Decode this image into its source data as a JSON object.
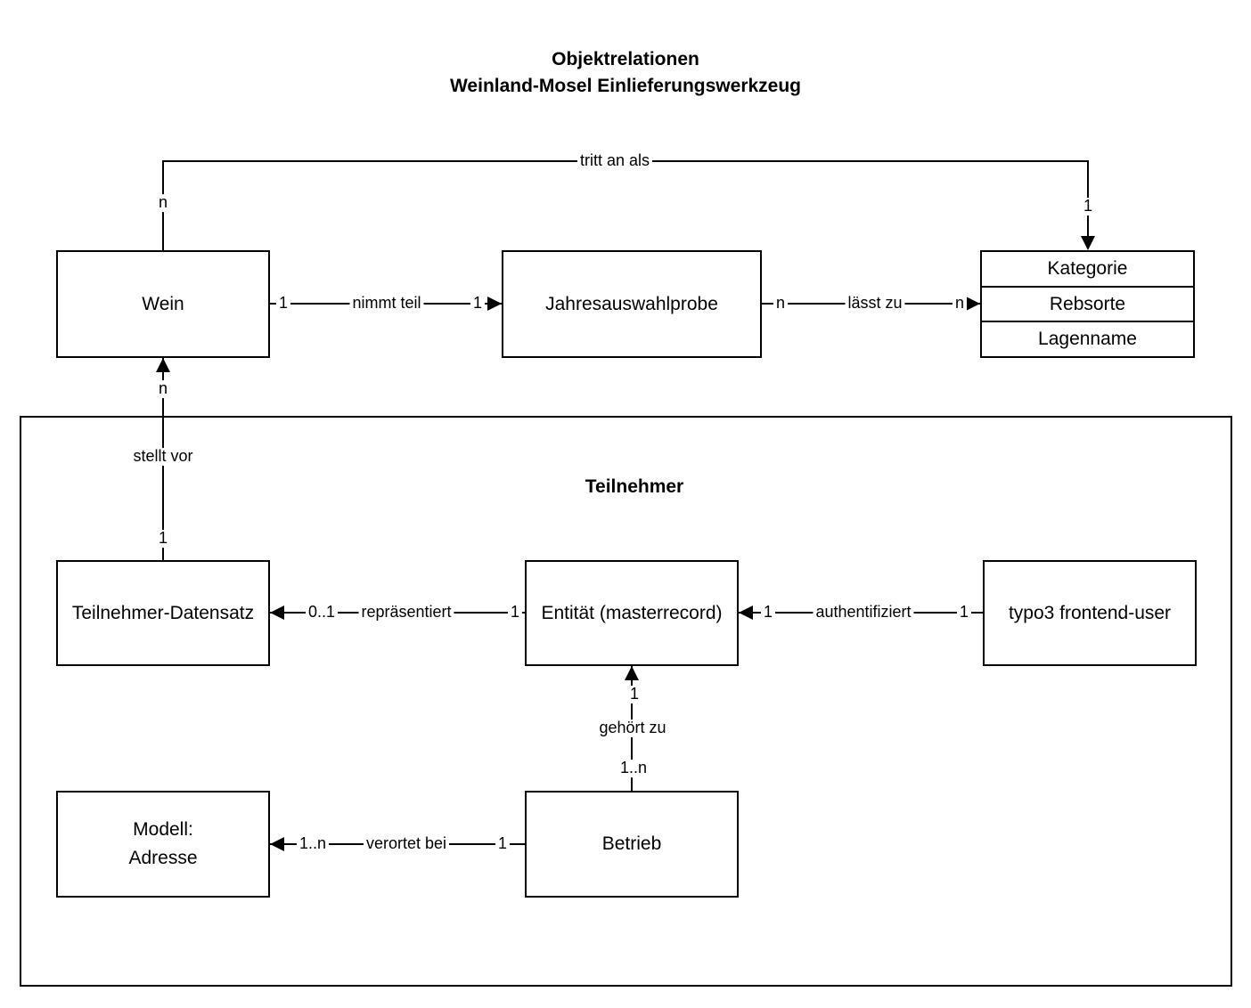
{
  "title": {
    "line1": "Objektrelationen",
    "line2": "Weinland-Mosel Einlieferungswerkzeug"
  },
  "nodes": {
    "wein": {
      "label": "Wein"
    },
    "jahresauswahlprobe": {
      "label": "Jahresauswahlprobe"
    },
    "kategorie_stack": {
      "rows": [
        "Kategorie",
        "Rebsorte",
        "Lagenname"
      ]
    },
    "teilnehmer_group": {
      "label": "Teilnehmer"
    },
    "teilnehmer_datensatz": {
      "label": "Teilnehmer-Datensatz"
    },
    "entitaet": {
      "label": "Entität (masterrecord)"
    },
    "typo3_frontend_user": {
      "label": "typo3 frontend-user"
    },
    "modell_adresse": {
      "line1": "Modell:",
      "line2": "Adresse"
    },
    "betrieb": {
      "label": "Betrieb"
    }
  },
  "relations": {
    "tritt_an_als": {
      "label": "tritt an als",
      "card_wein": "n",
      "card_kategorie": "1"
    },
    "nimmt_teil": {
      "label": "nimmt teil",
      "card_wein": "1",
      "card_jahresauswahlprobe": "1"
    },
    "laesst_zu": {
      "label": "lässt zu",
      "card_jahresauswahlprobe": "n",
      "card_kategorie": "n"
    },
    "stellt_vor": {
      "label": "stellt vor",
      "card_wein": "n",
      "card_teilnehmer_datensatz": "1"
    },
    "repraesentiert": {
      "label": "repräsentiert",
      "card_teilnehmer_datensatz": "0..1",
      "card_entitaet": "1"
    },
    "authentifiziert": {
      "label": "authentifiziert",
      "card_entitaet": "1",
      "card_typo3": "1"
    },
    "gehoert_zu": {
      "label": "gehört zu",
      "card_entitaet": "1",
      "card_betrieb": "1..n"
    },
    "verortet_bei": {
      "label": "verortet bei",
      "card_modell": "1..n",
      "card_betrieb": "1"
    }
  },
  "colors": {
    "line": "#000000",
    "box_border": "#000000",
    "box_fill": "#ffffff",
    "background": "#ffffff",
    "text": "#000000"
  }
}
